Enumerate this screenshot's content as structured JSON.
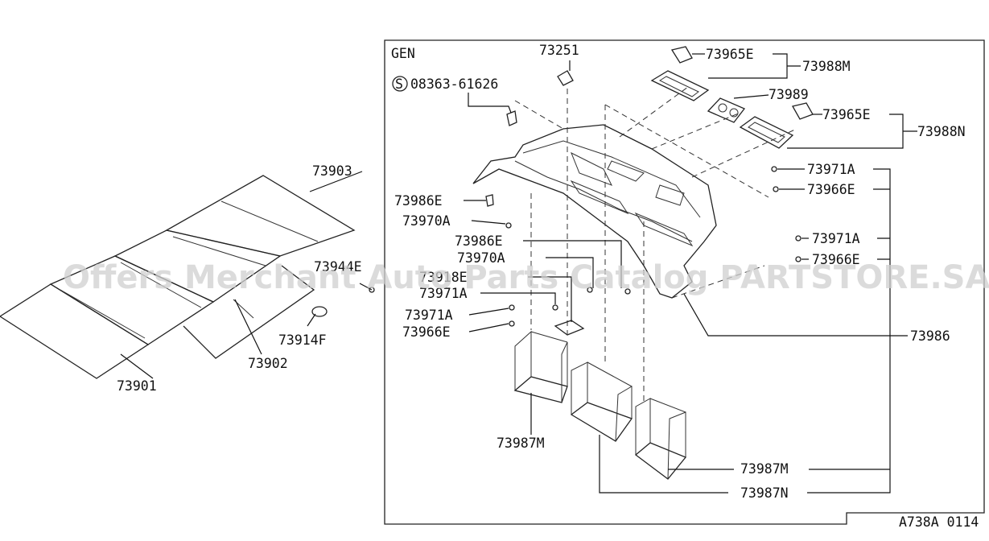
{
  "frame_label": "GEN",
  "footer_code": "A738A 0114",
  "watermark": "Offers Merchant Auto Parts Catalog PARTSTORE.SA",
  "screw_symbol": "S",
  "labels": {
    "p73903": "73903",
    "p73901": "73901",
    "p73902": "73902",
    "p73914F": "73914F",
    "p73944E": "73944E",
    "p73251": "73251",
    "p08363": "08363-61626",
    "p73965E_top": "73965E",
    "p73988M": "73988M",
    "p73989": "73989",
    "p73965E_mid": "73965E",
    "p73988N": "73988N",
    "p73971A_r1": "73971A",
    "p73966E_r1": "73966E",
    "p73971A_r2": "73971A",
    "p73966E_r2": "73966E",
    "p73986E_l1": "73986E",
    "p73970A_l1": "73970A",
    "p73986E_l2": "73986E",
    "p73970A_l2": "73970A",
    "p73918E": "73918E",
    "p73971A_l1": "73971A",
    "p73971A_l2": "73971A",
    "p73966E_l": "73966E",
    "p73986": "73986",
    "p73987M_l": "73987M",
    "p73987M_r": "73987M",
    "p73987N": "73987N"
  }
}
